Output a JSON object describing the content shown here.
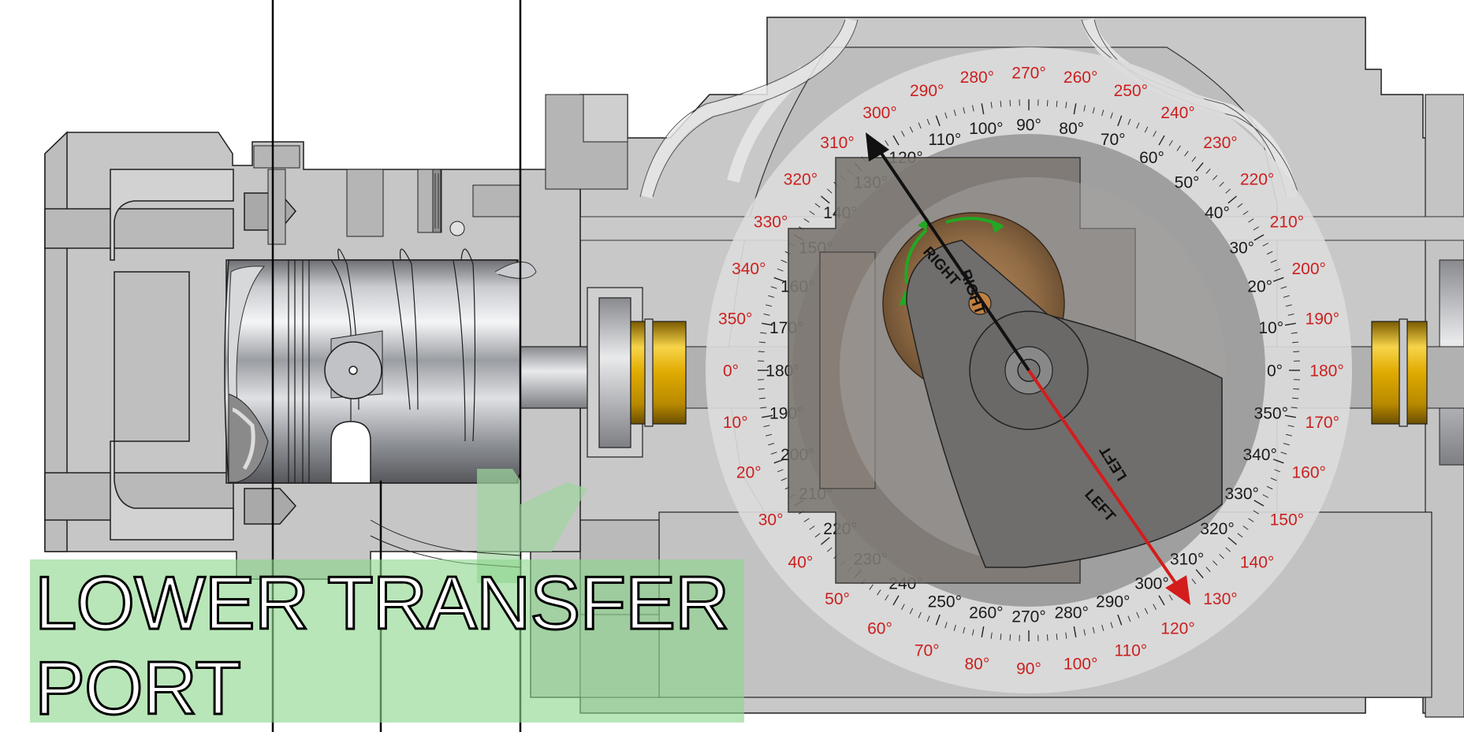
{
  "caption": {
    "line1": "LOWER TRANSFER",
    "line2": "PORT"
  },
  "dial": {
    "outer_red_labels": [
      "0°",
      "10°",
      "20°",
      "30°",
      "40°",
      "50°",
      "60°",
      "70°",
      "80°",
      "90°",
      "100°",
      "110°",
      "120°",
      "130°",
      "140°",
      "150°",
      "160°",
      "170°",
      "180°",
      "190°",
      "200°",
      "210°",
      "220°",
      "230°",
      "240°",
      "250°",
      "260°",
      "270°",
      "280°",
      "290°",
      "300°",
      "310°",
      "320°",
      "330°",
      "340°",
      "350°"
    ],
    "inner_black_labels": [
      "0°",
      "10°",
      "20°",
      "30°",
      "40°",
      "50°",
      "60°",
      "70°",
      "80°",
      "90°",
      "100°",
      "110°",
      "120°",
      "130°",
      "140°",
      "150°",
      "160°",
      "170°",
      "180°",
      "190°",
      "200°",
      "210°",
      "220°",
      "230°",
      "240°",
      "250°",
      "260°",
      "270°",
      "280°",
      "290°",
      "300°",
      "310°",
      "320°",
      "330°",
      "340°",
      "350°"
    ],
    "rotor_labels": {
      "right_outer": "RIGHT",
      "right_inner": "RIGHT",
      "left_outer": "LEFT",
      "left_inner": "LEFT"
    },
    "pointer_black_icon": "arrow-pointer-black",
    "pointer_red_icon": "arrow-pointer-red"
  },
  "colors": {
    "outer_label": "#cc1f1f",
    "inner_label": "#1a1a1a",
    "dial_ring": "#dcdcdc",
    "caption_fill": "#8cd78c",
    "red_arrow": "#d41c1c",
    "black_arrow": "#111111",
    "brass": "#e8b400"
  }
}
